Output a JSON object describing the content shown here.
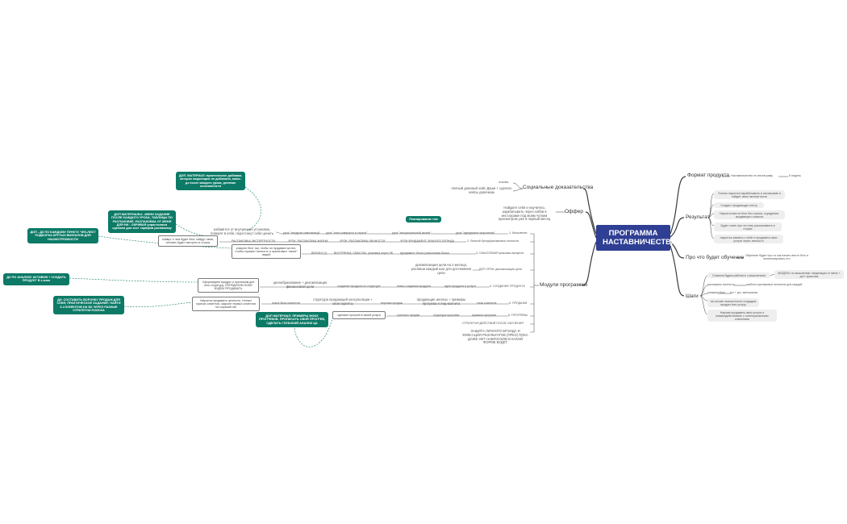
{
  "root": "ПРОГРАММА НАСТАВНИЧЕСТВА",
  "right": {
    "format": {
      "title": "Формат продукта",
      "items": [
        "Наставничество по инстаграму",
        "6 недель"
      ]
    },
    "result": {
      "title": "Результат",
      "items": [
        "Ученик научится зарабатывать в инстаграме и найдет свою экспертность",
        "Создаст продающую ленту",
        "Научится вести блог без страха, осуждения, продающего смысла",
        "Будет знать про что ему рассказывать в сторис",
        "научится заявить о себе и продавать свои услуги через личность"
      ]
    },
    "about": {
      "title": "Про что будет обучение",
      "items": [
        "Обучение будет про то как начать вести блог и монетизировать его"
      ]
    },
    "steps": {
      "title": "Шаги",
      "items": [
        "Сначала будем работать с мышлением",
        "МОДЕЛЬ по мышлению: медитации от меня + д/з+ практика",
        "распакуем личность",
        "шаблон распаковки личности для каждой",
        "упакуем блог",
        "д/з + д/з. материалы",
        "на основе экспертности создадим продукт или услугу",
        "Научим продавать свои услуги и взаимодействовать с потенциальными клиентами"
      ]
    }
  },
  "left": {
    "social": {
      "title": "Социальные доказательства",
      "items": [
        "отзывы",
        "полный длинный кейс Даши + сделать кейсы девочкам"
      ]
    },
    "offer": {
      "title": "Оффер",
      "items": [
        "Найдите себя и научитесь зарабатывать через хобби в инстаграме под моим чутким присмотром уже в первый месяц"
      ]
    },
    "modules": {
      "title": "Модули программы",
      "planning": "Планирование тем",
      "m1": "1. Мышление",
      "m1_chain": [
        "урок \"фундамент мышления\"",
        "урок \"эмоциональной жизни\"",
        "урок \"зона комфорта и страхи\"",
        "урок \"синдром самозванца\""
      ],
      "m1_note": "избавятся от внутренних установок, поверят в себя, перестанут себя ценить",
      "m2": "2. Личный брэнд/распаковка личности",
      "m2_chain": [
        "УРОК ФУНДАМЕНТ ЛИЧНОГО БРЭНДА",
        "УРОК. РАСПАКОВКА ЛИЧНОСТИ",
        "УРОК. РАСПАКОВКА ЖИЗНИ",
        "РАСПАКОВКА ЭКСПЕРТНОСТИ"
      ],
      "m2_note": "поймут о чем будет блог, найдут свою, человек будет смотреть в сторис",
      "m3": "3. СМЫСЛОВАЯ упаковка аккаунта",
      "m3_chain": [
        "фундамент блога (смысловая блока",
        "ВНУТРЯНКА, СМЫСЛЫ, упаковка через ЛБ",
        "ВИЗУАЛ (?)"
      ],
      "m3_note": "упакуют блог так, чтобы он продавал за них, чтобы отражал личность и притягивал \"своих\" людей",
      "m4": "4. СОЗДАНИЕ ПРОДУКТА",
      "m4_top": "ДОП УРОК: декомпозиция цели",
      "m4_top_note": "декомпозиция цели на 2 месяца, распиши каждый шаг для достижения цели",
      "m4_chain": [
        "идея продукта и услуги",
        "этапы создания продукта",
        "создание продукта по структуре",
        "ценообразование + декомпозиция финансовой цели"
      ],
      "m4_note": "Сформируем продукт и пропишем для него структуру, ОПРЕДЕЛИМ КОМУ БУДЕМ ПРОДАВАТЬ",
      "m5": "5. ПРОДАЖИ",
      "m5_chain": [
        "типы клиентов",
        "продающие анонсы + примеры прогрева и лид-магнита",
        "воронка продаж",
        "структура продающей консультации + свои скрипты",
        "поиск базы клиентов"
      ],
      "m5_note": "Научатся продавать ценность, теплых горячих клиентов, закроют первых клиентов на хороший чек",
      "m6": "6. ПРОГРЕВЫ",
      "m6_chain": [
        "правила прогрева",
        "структура прогрева",
        "триггеры продаж",
        "сделают прогрев в своей услуги"
      ],
      "m7": "СТРАТЕГИЯ ДЕЙСТВИЙ ПОСЛЕ ОБУЧЕНИЯ",
      "m8": "ЗАЩИТА ЛИЧНОГО БРЭНДА И ФИКСАЦИЯ РЕЗУЛЬТАТОВ (ПРЕЗ) ПОКА ДАЖЕ НЕТ НАБРОСКОВ В КАКОЙ ФОРМЕ БУДЕТ"
    }
  },
  "green": [
    "ДОП. МАТЕРИАЛ: практическое добавим, которое медитацию не добавили, мини-дз после каждого урока, дневник осознанности",
    "ДОП МАТЕРИАЛЫ: -МИНИ ЗАДАНИЕ ПОСЛЕ КАЖДОГО УРОКА, ТАБЛИЦЫ ПО РАСПАКОВКЕ, РАСПАКОВКА ОТ МЕНЯ ДЛЯ НИ - ОКРИВАЯ упрастилисм сделаем для хост тарифов распаковку",
    "ДОП - ДЗ ПО КАЖДОМУ ПУНКТУ. ЧЕК-ЛИСТ ПОДБОРКА КРУТЫХ ВИЗУАЛОВ ДЛЯ НАСМОТРЕННОСТИ",
    "ДЗ ПО АНАЛИЗУ АКТИВОВ + СОЗДАТЬ ПРОДУКТ В х-мню",
    "ДЗ: СОСТАВИТЬ ВОРОНКУ ПРОДАЖ ДЛЯ СЕБЯ, ПРАКТИЧЕСКОЕ ЗАДАНИЕ: НАЙТИ 3-4 КЛИЕНТОВ НА БК ЧЕРЕЗ РАЗНЫЕ СТРАТЕГИИ ПОИСКА",
    "ДОП МАТЕРИАЛ: ПРИМЕРЫ МОИХ ПРОГРЕВОВ. ПРОПИСАТЬ СВОЙ ПРОГРЕВ, СДЕЛАТЬ ГЛУБОКИЙ АНАЛИЗ ЦА"
  ],
  "colors": {
    "root": "#2f3f94",
    "green": "#0c7a66",
    "line": "#3a3a3a"
  }
}
